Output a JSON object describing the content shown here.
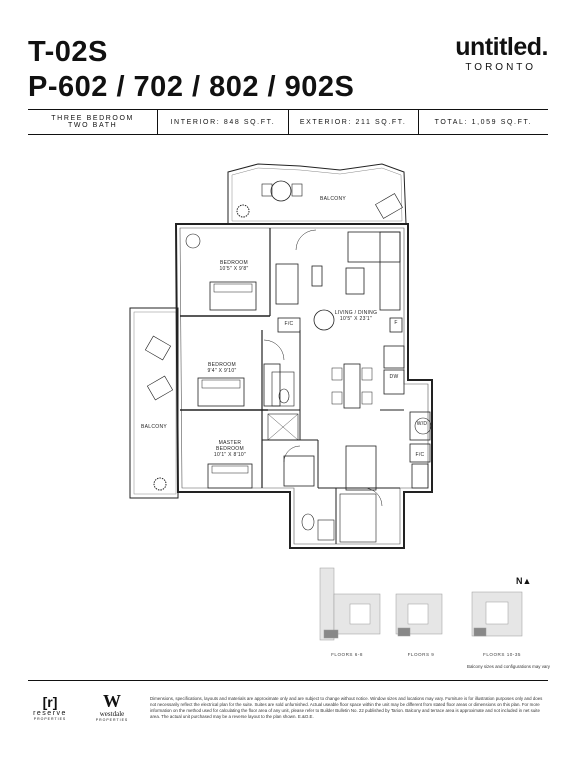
{
  "header": {
    "unit_code": "T-02S",
    "unit_numbers": "P-602 / 702 / 802 / 902S",
    "brand_name": "untitled.",
    "brand_city": "TORONTO"
  },
  "specs": {
    "rooms_line1": "THREE BEDROOM",
    "rooms_line2": "TWO BATH",
    "interior": "INTERIOR: 848 SQ.FT.",
    "exterior": "EXTERIOR: 211 SQ.FT.",
    "total": "TOTAL: 1,059 SQ.FT."
  },
  "plan": {
    "balcony_top": "BALCONY",
    "balcony_left": "BALCONY",
    "bedroom1_name": "BEDROOM",
    "bedroom1_size": "10'5\" X 9'8\"",
    "bedroom2_name": "BEDROOM",
    "bedroom2_size": "9'4\" X 9'10\"",
    "master_name": "MASTER",
    "master_name2": "BEDROOM",
    "master_size": "10'1\" X 8'10\"",
    "living_name": "LIVING / DINING",
    "living_size": "10'5\" X 23'1\"",
    "fc1": "F/C",
    "fc2": "F/C",
    "wd": "W/D",
    "dw": "DW",
    "fridge": "F"
  },
  "keyplans": {
    "north": "N",
    "floors_a": "FLOORS 6-8",
    "floors_b": "FLOORS 9",
    "floors_c": "FLOORS 10-35",
    "balcony_note": "Balcony sizes and configurations may vary"
  },
  "footer": {
    "reserve_mark": "[r]",
    "reserve_name": "reserve",
    "reserve_sub": "PROPERTIES",
    "westdale_mark": "W",
    "westdale_name": "westdale",
    "westdale_sub": "PROPERTIES",
    "disclaimer": "Dimensions, specifications, layouts and materials are approximate only and are subject to change without notice. Window sizes and locations may vary. Furniture is for illustration purposes only and does not necessarily reflect the electrical plan for the suite. Suites are sold unfurnished. Actual useable floor space within the unit may be different from stated floor areas or dimensions on this plan. For more information on the method used for calculating the floor area of any unit, please refer to Builder Bulletin No. 22 published by Tarion. Balcony and terrace area is approximate and not included in net suite area. The actual unit purchased may be a reverse layout to the plan shown. E.&O.E."
  }
}
